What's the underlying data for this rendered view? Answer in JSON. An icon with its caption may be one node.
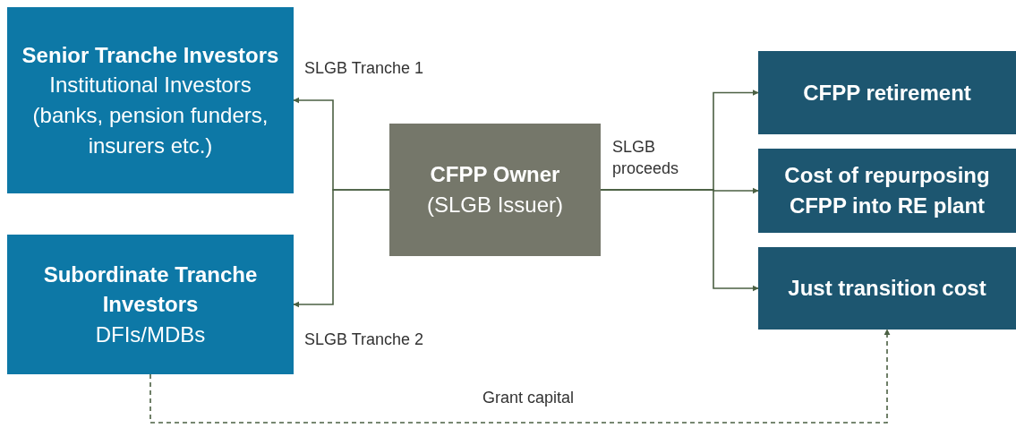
{
  "diagram": {
    "nodes": [
      {
        "text": [
          "Senior Tranche Investors",
          "Institutional Investors (banks, pension funders, insurers etc.)"
        ]
      },
      {
        "text": [
          "Subordinate Tranche Investors",
          "DFIs/MDBs"
        ]
      },
      {
        "text": [
          "CFPP Owner",
          "(SLGB Issuer)"
        ]
      },
      {
        "text": [
          "CFPP retirement"
        ]
      },
      {
        "text": [
          "Cost of repurposing CFPP into RE plant"
        ]
      },
      {
        "text": [
          "Just transition cost"
        ]
      }
    ],
    "edges": [
      {
        "from": 2,
        "to": 0,
        "arrow": "to",
        "label": "SLGB Tranche 1"
      },
      {
        "from": 2,
        "to": 1,
        "arrow": "to",
        "label": "SLGB Tranche 2"
      },
      {
        "from": 2,
        "to": 3,
        "arrow": "to"
      },
      {
        "from": 2,
        "to": 4,
        "arrow": "to",
        "label": "SLGB proceeds"
      },
      {
        "from": 2,
        "to": 5,
        "arrow": "to"
      },
      {
        "from": 1,
        "to": 5,
        "arrow": "to",
        "label": "Grant capital",
        "style": "dashed"
      }
    ]
  }
}
